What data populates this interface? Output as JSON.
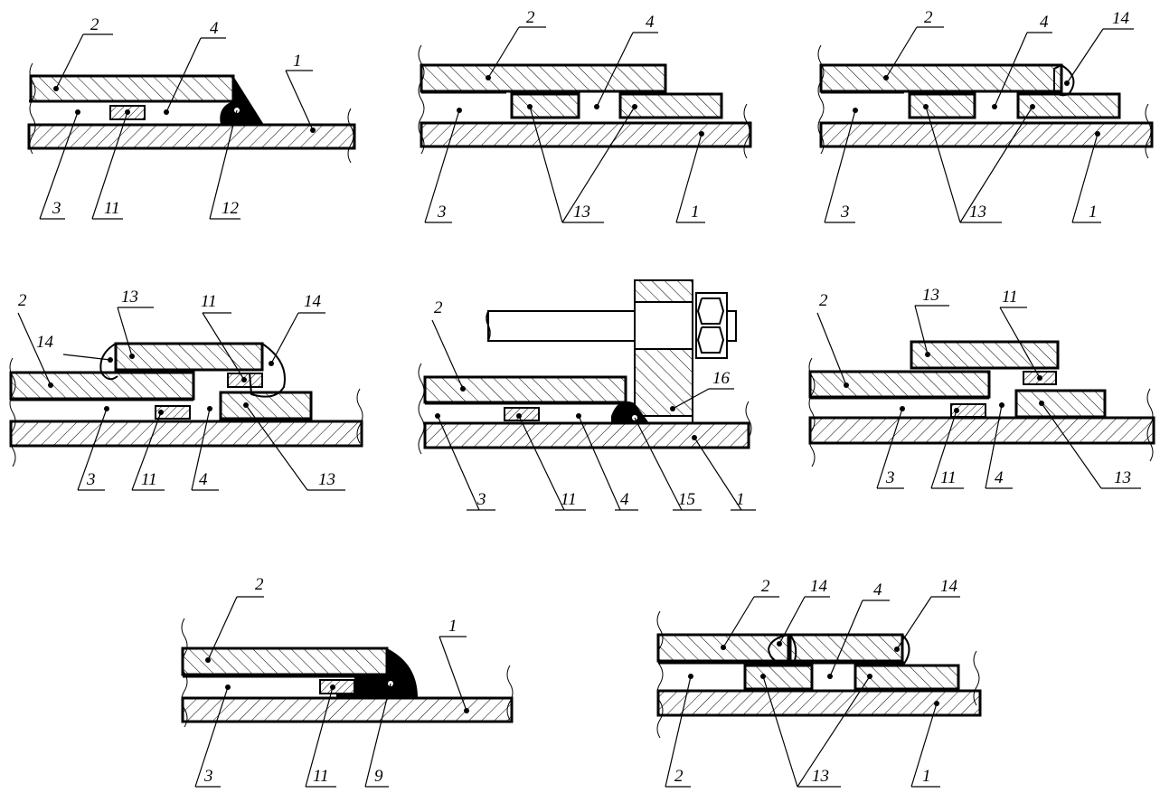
{
  "labels": {
    "n1": "1",
    "n2": "2",
    "n3": "3",
    "n4": "4",
    "n9": "9",
    "n11": "11",
    "n12": "12",
    "n13": "13",
    "n14": "14",
    "n15": "15",
    "n16": "16"
  },
  "colors": {
    "stroke": "#000000",
    "background": "#ffffff",
    "weld_fill": "#000000"
  }
}
